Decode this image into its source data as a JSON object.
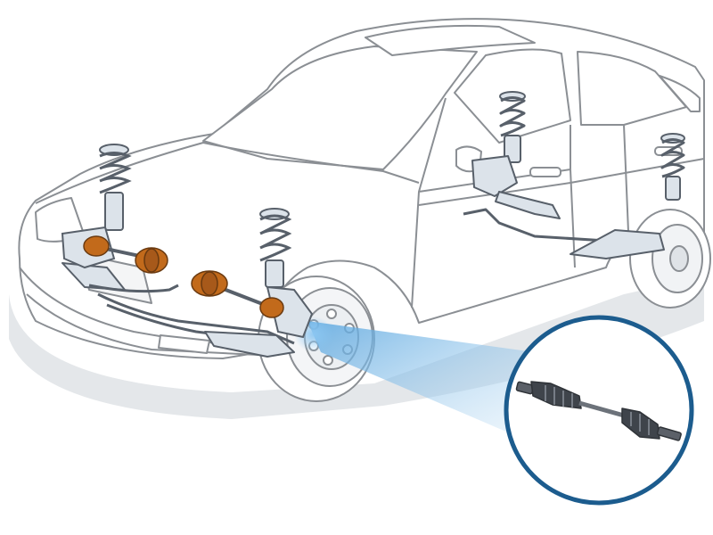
{
  "diagram": {
    "subject": "car",
    "highlighted_part": "drive-shaft",
    "callout": "drive-axle-closeup"
  },
  "colors": {
    "background": "#ffffff",
    "body_line": "#8b8f94",
    "body_fill": "#ffffff",
    "shadow": "#d6d9dc",
    "suspension_fill": "#dce3ea",
    "suspension_line": "#58606a",
    "boot_orange": "#c26a1b",
    "boot_dark": "#6a3a10",
    "highlight_blue": "#9fcdf0",
    "callout_ring": "#1c5c8e",
    "shaft_dark": "#2f3338"
  }
}
